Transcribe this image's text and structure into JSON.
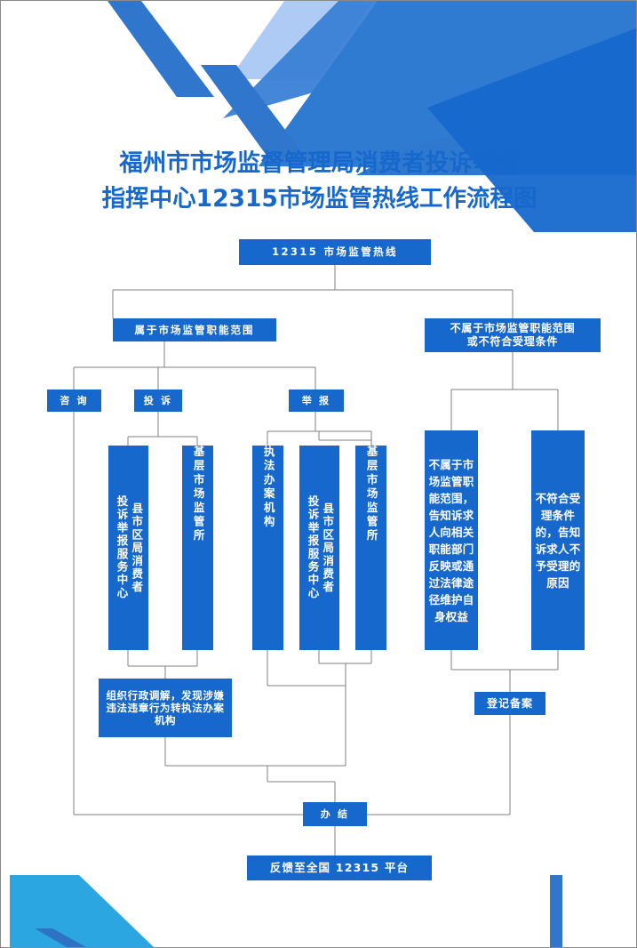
{
  "colors": {
    "primary": "#1668CC",
    "primary_dark": "#1565C8",
    "accent_mid": "#3A7FD5",
    "accent_light": "#AECBF5",
    "accent_cyan": "#2CA6E0",
    "line": "#808080",
    "title": "#1668CC",
    "text_on_blue": "#FFFFFF"
  },
  "title": {
    "line1": "福州市市场监督管理局消费者投诉举报",
    "line2": "指挥中心12315市场监管热线工作流程图"
  },
  "flowchart": {
    "type": "flowchart",
    "root": "12315 市场监管热线",
    "nodes": [
      {
        "id": "hotline",
        "label": "12315 市场监管热线"
      },
      {
        "id": "in-scope",
        "label": "属于市场监管职能范围"
      },
      {
        "id": "out-scope",
        "label": "不属于市场监管职能范围\n或不符合受理条件"
      },
      {
        "id": "consult",
        "label": "咨 询"
      },
      {
        "id": "complaint",
        "label": "投 诉"
      },
      {
        "id": "report",
        "label": "举 报"
      },
      {
        "id": "center-1-a",
        "label": "县市区局消费者"
      },
      {
        "id": "center-1-b",
        "label": "投诉举报服务中心"
      },
      {
        "id": "grassroots-1",
        "label": "基层市场监管所"
      },
      {
        "id": "enforcement",
        "label": "执法办案机构"
      },
      {
        "id": "center-2-a",
        "label": "县市区局消费者"
      },
      {
        "id": "center-2-b",
        "label": "投诉举报服务中心"
      },
      {
        "id": "grassroots-2",
        "label": "基层市场监管所"
      },
      {
        "id": "notify-other",
        "label": "不属于市场监管职能范围，告知诉求人向相关职能部门反映或通过法律途径维护自身权益"
      },
      {
        "id": "notify-reject",
        "label": "不符合受理条件的，告知诉求人不予受理的原因"
      },
      {
        "id": "mediation",
        "label": "组织行政调解，发现涉嫌违法违章行为转执法办案机构"
      },
      {
        "id": "register",
        "label": "登记备案"
      },
      {
        "id": "closed",
        "label": "办 结"
      },
      {
        "id": "feedback",
        "label": "反馈至全国 12315 平台"
      }
    ],
    "edges": [
      {
        "from": "hotline",
        "to": "in-scope"
      },
      {
        "from": "hotline",
        "to": "out-scope"
      },
      {
        "from": "in-scope",
        "to": "consult"
      },
      {
        "from": "in-scope",
        "to": "complaint"
      },
      {
        "from": "in-scope",
        "to": "report"
      },
      {
        "from": "complaint",
        "to": "center-1-a"
      },
      {
        "from": "complaint",
        "to": "grassroots-1"
      },
      {
        "from": "report",
        "to": "enforcement"
      },
      {
        "from": "report",
        "to": "center-2-a"
      },
      {
        "from": "report",
        "to": "grassroots-2"
      },
      {
        "from": "out-scope",
        "to": "notify-other"
      },
      {
        "from": "out-scope",
        "to": "notify-reject"
      },
      {
        "from": "center-1-a",
        "to": "mediation"
      },
      {
        "from": "grassroots-1",
        "to": "mediation"
      },
      {
        "from": "notify-other",
        "to": "register"
      },
      {
        "from": "notify-reject",
        "to": "register"
      },
      {
        "from": "consult",
        "to": "closed"
      },
      {
        "from": "mediation",
        "to": "closed"
      },
      {
        "from": "enforcement",
        "to": "closed"
      },
      {
        "from": "center-2-a",
        "to": "closed"
      },
      {
        "from": "grassroots-2",
        "to": "closed"
      },
      {
        "from": "register",
        "to": "closed"
      },
      {
        "from": "closed",
        "to": "feedback"
      }
    ]
  }
}
